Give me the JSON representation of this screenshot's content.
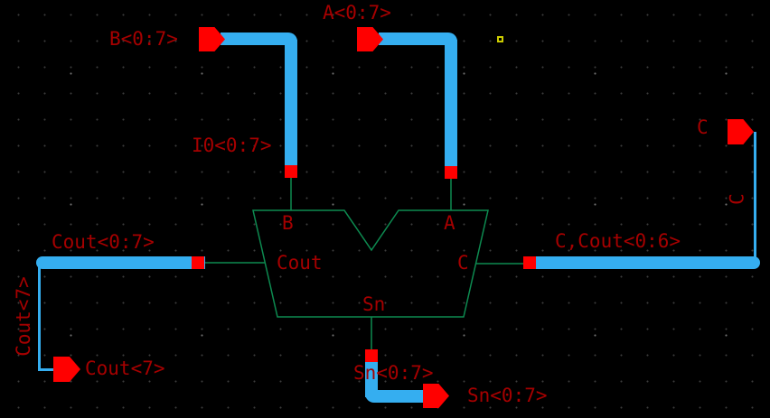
{
  "app": {
    "description": "schematic editor canvas with 8-bit adder symbol and bus wiring",
    "background_color": "#000000",
    "grid_dot_color": "#3c3c3c"
  },
  "colors": {
    "bus_blue": "#35aef0",
    "pin_red": "#ff0000",
    "label_dark_red": "#a50000",
    "symbol_green": "#0d8a50",
    "origin_marker_yellow": "#cccc00"
  },
  "nets": {
    "b": "B<0:7>",
    "a": "A<0:7>",
    "i0": "I0<0:7>",
    "cout_bus": "Cout<0:7>",
    "c_cout": "C,Cout<0:6>",
    "c": "C",
    "c_vertical": "C",
    "cout7": "Cout<7>",
    "cout7_vertical": "Cout<7>",
    "sn_mid": "Sn<0:7>",
    "sn_out": "Sn<0:7>"
  },
  "symbol_pins": {
    "a": "A",
    "b": "B",
    "cout": "Cout",
    "c": "C",
    "sn": "Sn"
  }
}
